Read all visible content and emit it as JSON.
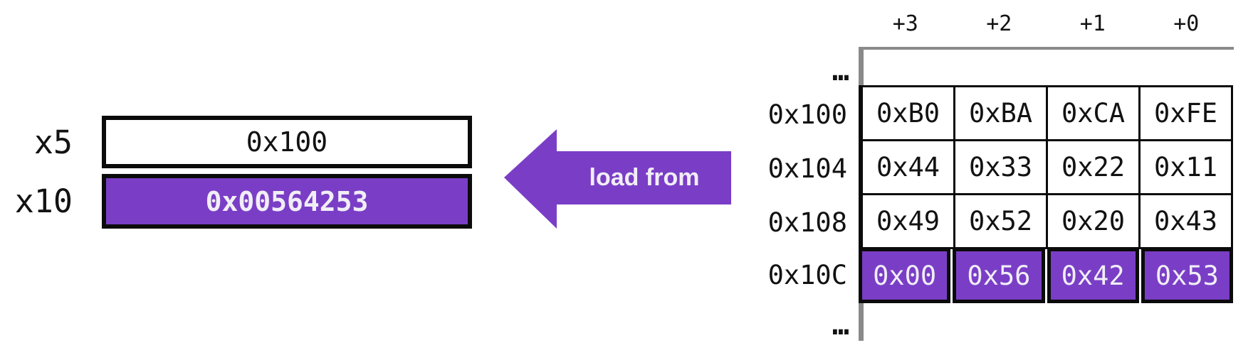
{
  "registers": [
    {
      "name": "x5",
      "value": "0x100"
    },
    {
      "name": "x10",
      "value": "0x00564253"
    }
  ],
  "arrow": {
    "label": "load from"
  },
  "memory": {
    "column_headers": [
      "+3",
      "+2",
      "+1",
      "+0"
    ],
    "ellipsis_top": "…",
    "ellipsis_bottom": "…",
    "rows": [
      {
        "address": "0x100",
        "bytes": [
          "0xB0",
          "0xBA",
          "0xCA",
          "0xFE"
        ],
        "highlighted": false
      },
      {
        "address": "0x104",
        "bytes": [
          "0x44",
          "0x33",
          "0x22",
          "0x11"
        ],
        "highlighted": false
      },
      {
        "address": "0x108",
        "bytes": [
          "0x49",
          "0x52",
          "0x20",
          "0x43"
        ],
        "highlighted": false
      },
      {
        "address": "0x10C",
        "bytes": [
          "0x00",
          "0x56",
          "0x42",
          "0x53"
        ],
        "highlighted": true
      }
    ]
  },
  "colors": {
    "purple": "#7A3EC6",
    "off_white_text": "#F1EEF6",
    "border_black": "#0B0B0B",
    "gray_line": "#8A8A8A",
    "text": "#121212"
  }
}
